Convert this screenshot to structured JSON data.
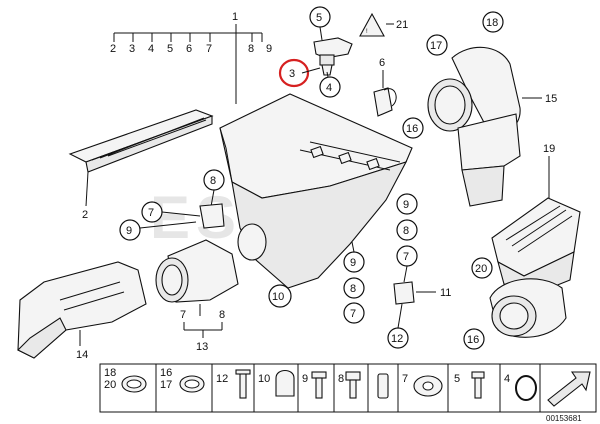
{
  "callouts": {
    "c1": "1",
    "c2_top": "2",
    "c3_top": "3",
    "c4_top": "4",
    "c5_top": "5",
    "c6_top": "6",
    "c7_top": "7",
    "c8_top": "8",
    "c9_top": "9",
    "c5_sensor": "5",
    "c21": "21",
    "c3_sensor": "3",
    "c4_sensor": "4",
    "c6_right": "6",
    "c16_right": "16",
    "c18": "18",
    "c17": "17",
    "c15": "15",
    "c2_filter": "2",
    "c8_left": "8",
    "c7_left": "7",
    "c9_left": "9",
    "c10": "10",
    "c9_mid": "9",
    "c8_mid": "8",
    "c7_mid": "7",
    "c9_r": "9",
    "c8_r": "8",
    "c7_r": "7",
    "c11": "11",
    "c12": "12",
    "c19": "19",
    "c20": "20",
    "c16_b": "16",
    "c14": "14",
    "c7_b": "7",
    "c8_b": "8",
    "c13": "13"
  },
  "legend": [
    {
      "top": "18",
      "bottom": "20",
      "icon": "hose-clamp-icon"
    },
    {
      "top": "16",
      "bottom": "17",
      "icon": "hose-clamp-icon"
    },
    {
      "top": "12",
      "bottom": "",
      "icon": "expanding-rivet-icon"
    },
    {
      "top": "10",
      "bottom": "",
      "icon": "rubber-mount-icon"
    },
    {
      "top": "9",
      "bottom": "",
      "icon": "screw-icon"
    },
    {
      "top": "8",
      "bottom": "",
      "icon": "bolt-icon"
    },
    {
      "top": "",
      "bottom": "",
      "icon": "spacer-sleeve-icon"
    },
    {
      "top": "7",
      "bottom": "",
      "icon": "grommet-icon"
    },
    {
      "top": "5",
      "bottom": "",
      "icon": "screw-icon"
    },
    {
      "top": "4",
      "bottom": "",
      "icon": "o-ring-icon"
    },
    {
      "top": "",
      "bottom": "",
      "icon": "arrow-icon"
    }
  ],
  "watermark": "ESTIA",
  "diagram_number": "00153681",
  "highlight_color": "#d62020"
}
